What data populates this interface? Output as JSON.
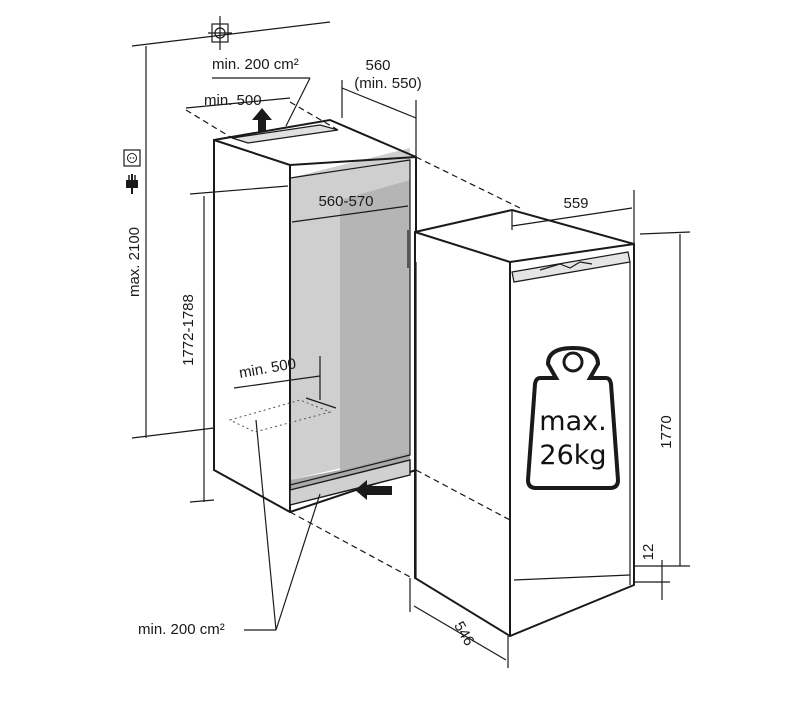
{
  "diagram": {
    "labels": {
      "top_vent_area": "min. 200 cm²",
      "top_vent_depth": "min. 500",
      "niche_depth": "560",
      "niche_depth_min": "(min. 550)",
      "appliance_depth": "559",
      "niche_width": "560-570",
      "niche_height": "1772-1788",
      "max_height": "max. 2100",
      "appliance_height": "1770",
      "plinth_depth": "min. 500",
      "bottom_vent_area": "min. 200 cm²",
      "door_width": "546",
      "floor_gap": "12",
      "weight_line1": "max.",
      "weight_line2": "26kg"
    },
    "icons": [
      "ground-symbol-icon",
      "socket-icon",
      "plug-icon",
      "weight-icon"
    ],
    "colors": {
      "line": "#1a1a1a",
      "niche_interior": "#c8c8c8",
      "niche_interior_dark": "#a9a9a9"
    }
  }
}
